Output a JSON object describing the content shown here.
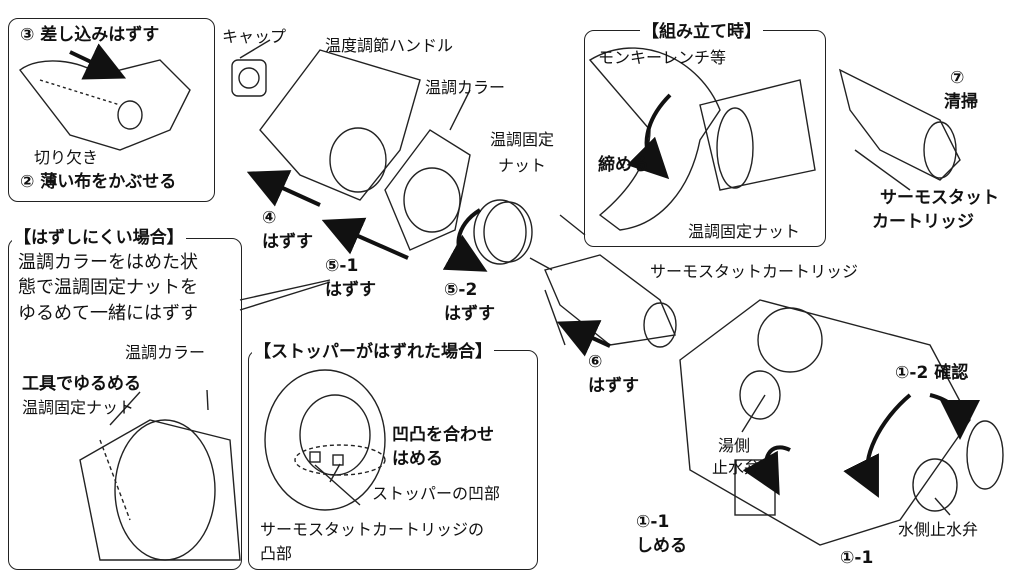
{
  "panels": {
    "remove_insert": {
      "step": "③ 差し込みはずす",
      "notch": "切り欠き",
      "cloth": "② 薄い布をかぶせる"
    },
    "assembly": {
      "title": "【組み立て時】",
      "wrench": "モンキーレンチ等",
      "tighten": "締める",
      "nut": "温調固定ナット"
    },
    "hard_to_remove": {
      "title": "【はずしにくい場合】",
      "line1": "温調カラーをはめた状",
      "line2": "態で温調固定ナットを",
      "line3": "ゆるめて一緒にはずす",
      "collar": "温調カラー",
      "loosen": "工具でゆるめる",
      "nut": "温調固定ナット"
    },
    "stopper": {
      "title": "【ストッパーがはずれた場合】",
      "align1": "凹凸を合わせ",
      "align2": "はめる",
      "recess": "ストッパーの凹部",
      "boss1": "サーモスタットカートリッジの",
      "boss2": "凸部"
    }
  },
  "labels": {
    "cap": "キャップ",
    "handle": "温度調節ハンドル",
    "collar": "温調カラー",
    "fix_nut_1": "温調固定",
    "fix_nut_2": "ナット",
    "cartridge": "サーモスタットカートリッジ",
    "cartridge_bold_1": "サーモスタット",
    "cartridge_bold_2": "カートリッジ",
    "clean_num": "⑦",
    "clean": "清掃",
    "s4_num": "④",
    "s4": "はずす",
    "s51_num": "⑤-1",
    "s51": "はずす",
    "s52_num": "⑤-2",
    "s52": "はずす",
    "s6_num": "⑥",
    "s6": "はずす",
    "confirm": "①-2 確認",
    "hot_valve_1": "湯側",
    "hot_valve_2": "止水弁",
    "cold_valve": "水側止水弁",
    "close_num": "①-1",
    "close": "しめる",
    "close_num_2": "①-1"
  }
}
